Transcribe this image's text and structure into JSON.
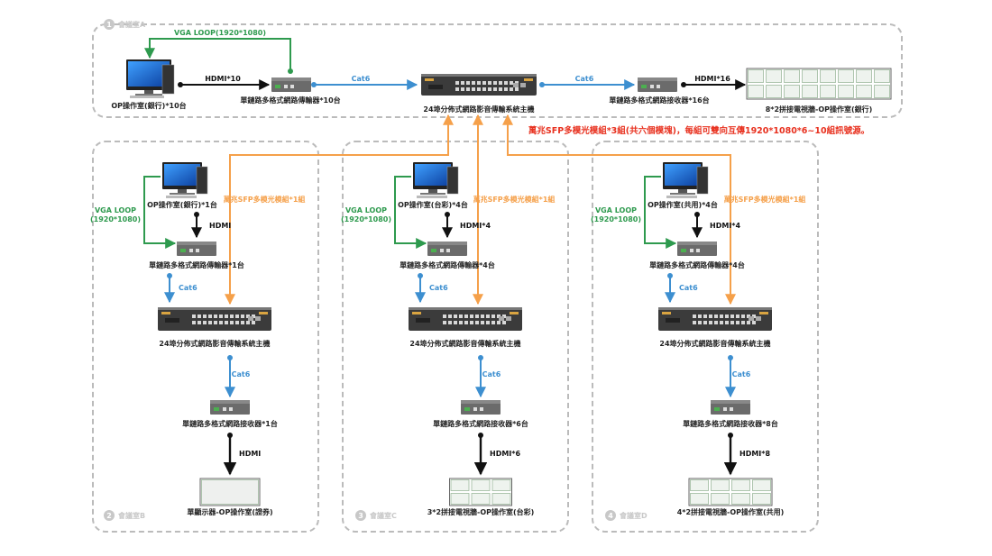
{
  "zones": {
    "a": {
      "num": "1",
      "title": "會議室A"
    },
    "b": {
      "num": "2",
      "title": "會議室B"
    },
    "c": {
      "num": "3",
      "title": "會議室C"
    },
    "d": {
      "num": "4",
      "title": "會議室D"
    }
  },
  "top": {
    "vga_loop": "VGA LOOP(1920*1080)",
    "pc_label": "OP操作室(銀行)*10台",
    "hdmi1": "HDMI*10",
    "tx_label": "單鏈路多格式網路傳輸器*10台",
    "cat6_left": "Cat6",
    "switch_label": "24埠分佈式網路影音傳輸系統主機",
    "cat6_right": "Cat6",
    "rx_label": "單鏈路多格式網路接收器*16台",
    "hdmi2": "HDMI*16",
    "wall_label": "8*2拼接電視牆-OP操作室(銀行)"
  },
  "sfp_note": "萬兆SFP多模光模組*3組(共六個模塊)，每組可雙向互傳1920*1080*6~10組訊號源。",
  "colors": {
    "green": "#2e9a4e",
    "blue": "#3d8fd0",
    "orange": "#f5a04a",
    "red": "#e8311f",
    "dash": "#bbbbbb"
  },
  "columns": [
    {
      "sfp": "萬兆SFP多模光模組*1組",
      "vga_line1": "VGA LOOP",
      "vga_line2": "(1920*1080)",
      "pc_label": "OP操作室(銀行)*1台",
      "hdmi_top": "HDMI",
      "tx_label": "單鏈路多格式網路傳輸器*1台",
      "cat6_a": "Cat6",
      "switch_label": "24埠分佈式網路影音傳輸系統主機",
      "cat6_b": "Cat6",
      "rx_label": "單鏈路多格式網路接收器*1台",
      "hdmi_bottom": "HDMI",
      "display_label": "單顯示器-OP操作室(證券)",
      "display": {
        "cols": 1,
        "rows": 1
      }
    },
    {
      "sfp": "萬兆SFP多模光模組*1組",
      "vga_line1": "VGA LOOP",
      "vga_line2": "(1920*1080)",
      "pc_label": "OP操作室(台彩)*4台",
      "hdmi_top": "HDMI*4",
      "tx_label": "單鏈路多格式網路傳輸器*4台",
      "cat6_a": "Cat6",
      "switch_label": "24埠分佈式網路影音傳輸系統主機",
      "cat6_b": "Cat6",
      "rx_label": "單鏈路多格式網路接收器*6台",
      "hdmi_bottom": "HDMI*6",
      "display_label": "3*2拼接電視牆-OP操作室(台彩)",
      "display": {
        "cols": 3,
        "rows": 2
      }
    },
    {
      "sfp": "萬兆SFP多模光模組*1組",
      "vga_line1": "VGA LOOP",
      "vga_line2": "(1920*1080)",
      "pc_label": "OP操作室(共用)*4台",
      "hdmi_top": "HDMI*4",
      "tx_label": "單鏈路多格式網路傳輸器*4台",
      "cat6_a": "Cat6",
      "switch_label": "24埠分佈式網路影音傳輸系統主機",
      "cat6_b": "Cat6",
      "rx_label": "單鏈路多格式網路接收器*8台",
      "hdmi_bottom": "HDMI*8",
      "display_label": "4*2拼接電視牆-OP操作室(共用)",
      "display": {
        "cols": 4,
        "rows": 2
      }
    }
  ]
}
